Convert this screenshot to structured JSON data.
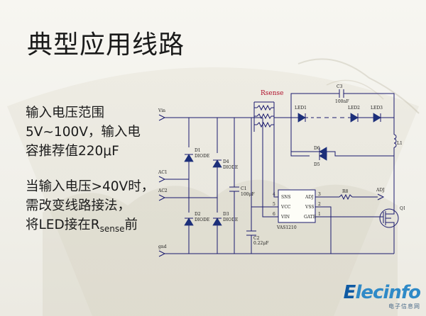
{
  "slide": {
    "title": "典型应用线路",
    "note1_lines": [
      "输入电压范围",
      "5V~100V，输入电",
      "容推荐值220μF"
    ],
    "note2_lines": [
      "当输入电压>40V时，",
      "需改变线路接法，"
    ],
    "note2_last_prefix": "将LED接在R",
    "note2_last_sub": "sense",
    "note2_last_suffix": "前"
  },
  "circuit": {
    "vin": "Vin",
    "ac1": "AC1",
    "ac2": "AC2",
    "gnd": "gnd",
    "adj": "ADJ",
    "rsense": "Rsense",
    "d1": "D1",
    "d1_type": "DIODE",
    "d2": "D2",
    "d2_type": "DIODE",
    "d3": "D3",
    "d3_type": "DIODE",
    "d4": "D4",
    "d4_type": "DIODE",
    "d5": "D5",
    "d6": "D6",
    "c1": "C1",
    "c1_val": "100μF",
    "c2": "C2",
    "c2_val": "0.22μF",
    "c3": "C3",
    "c3_val": "100nF",
    "r8": "R8",
    "l1": "L1",
    "q1": "Q1",
    "led1": "LED1",
    "led2": "LED2",
    "led3": "LED3",
    "ic_name": "VAS1210",
    "ic_sns": "SNS",
    "ic_adj": "ADJ",
    "ic_vcc": "VCC",
    "ic_vss": "VSS",
    "ic_vin": "VIN",
    "ic_gate": "GATE",
    "pin4": "4",
    "pin5": "5",
    "pin6": "6",
    "pin3": "3",
    "pin2": "2",
    "pin1": "1"
  },
  "logo": {
    "brand_e": "E",
    "brand_rest": "lecinfo",
    "tagline": "电子信息网"
  }
}
